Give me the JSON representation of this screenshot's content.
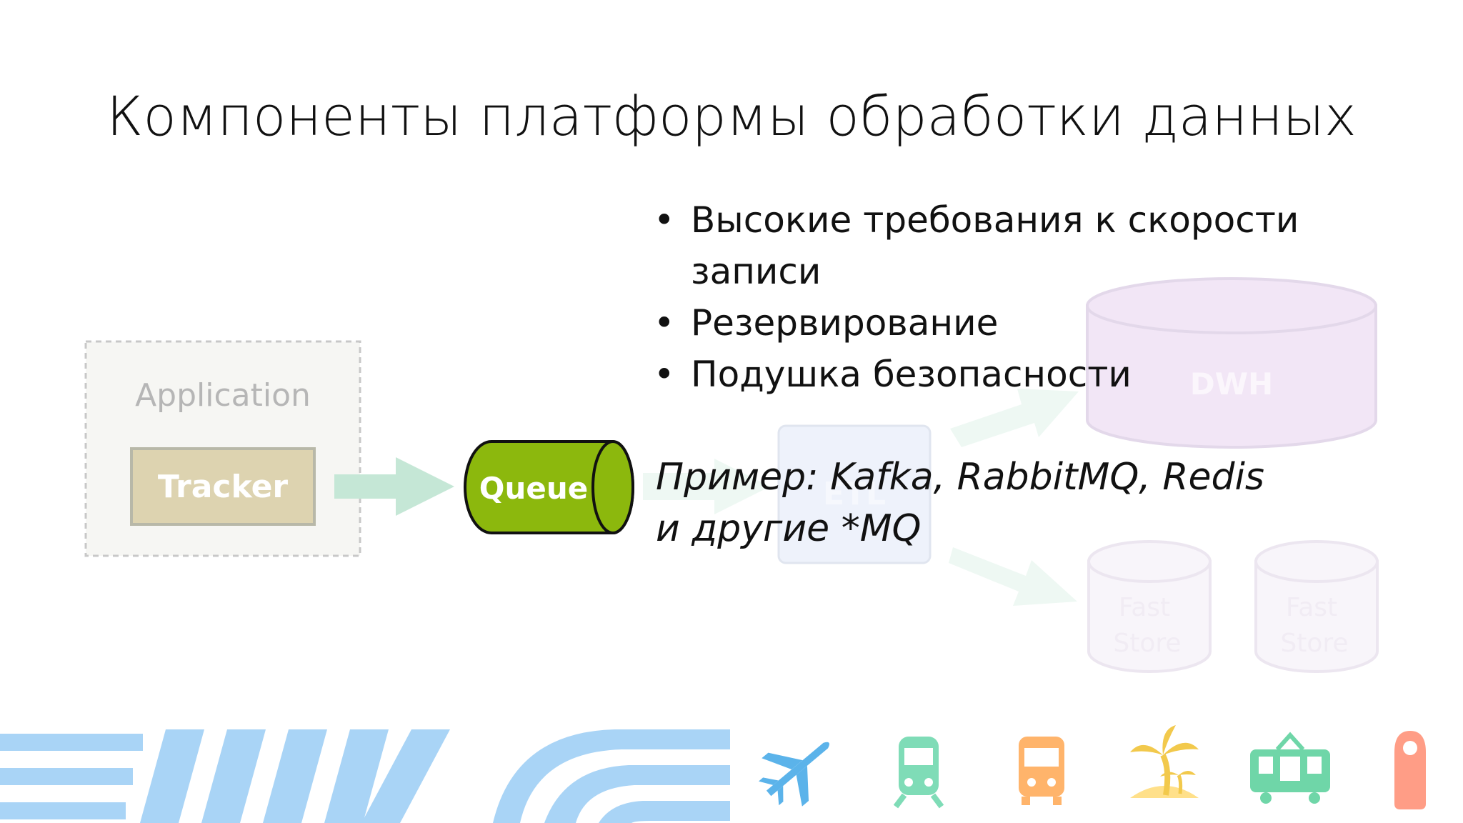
{
  "slide": {
    "title": "Компоненты платформы обработки данных"
  },
  "bullets": [
    "Высокие требования к скорости записи",
    "Резервирование",
    "Подушка безопасности"
  ],
  "example": {
    "line1": "Пример: Kafka, RabbitMQ, Redis",
    "line2": "и другие *MQ"
  },
  "diagram": {
    "application_label": "Application",
    "tracker_label": "Tracker",
    "queue_label": "Queue",
    "etl_label": "ETL",
    "dwh_label": "DWH",
    "fast_store_1": [
      "Fast",
      "Store"
    ],
    "fast_store_2": [
      "Fast",
      "Store"
    ]
  },
  "colors": {
    "queue_fill": "#8cb80d",
    "tracker_fill": "#ddd3b0",
    "arrow": "#bfe6d6",
    "dwh_fill": "#f2e6f6",
    "etl_fill": "#eef2fb",
    "stripes": "#a9d4f6"
  },
  "footer_icons": [
    "airplane-icon",
    "train-icon",
    "bus-icon",
    "palm-island-icon",
    "tram-icon",
    "door-hanger-icon"
  ]
}
